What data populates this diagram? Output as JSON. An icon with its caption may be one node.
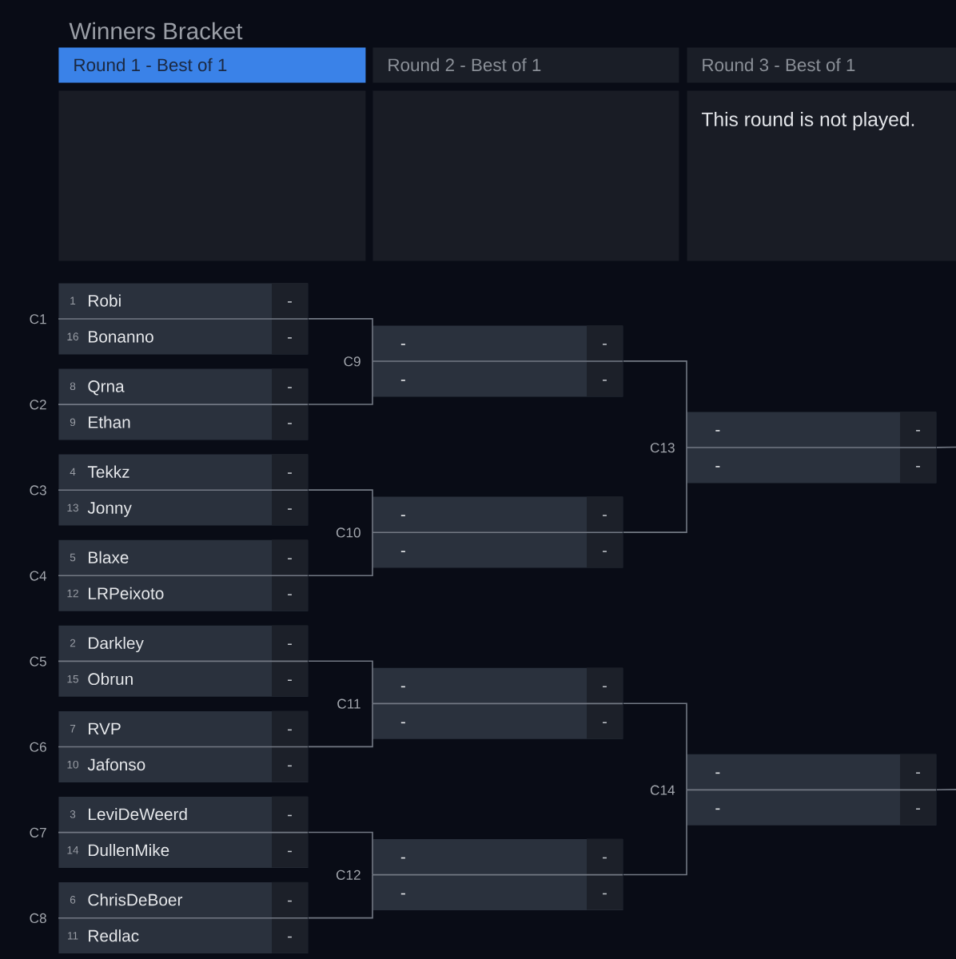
{
  "diagram": {
    "title": "Winners Bracket",
    "nodes": [
      {
        "text": [
          "Round 1 - Best of 1"
        ]
      },
      {
        "text": [
          "Round 2 - Best of 1"
        ]
      },
      {
        "text": [
          "Round 3 - Best of 1"
        ]
      },
      {
        "text": [],
        "shape": "box"
      },
      {
        "text": [],
        "shape": "box"
      },
      {
        "text": [
          "This round is not played."
        ]
      },
      {
        "text": [
          "1",
          "Robi",
          "-",
          "16",
          "Bonanno",
          "-"
        ],
        "beside": [
          "C1"
        ]
      },
      {
        "text": [
          "8",
          "Qrna",
          "-",
          "9",
          "Ethan",
          "-"
        ],
        "beside": [
          "C2"
        ]
      },
      {
        "text": [
          "4",
          "Tekkz",
          "-",
          "13",
          "Jonny",
          "-"
        ],
        "beside": [
          "C3"
        ]
      },
      {
        "text": [
          "5",
          "Blaxe",
          "-",
          "12",
          "LRPeixoto",
          "-"
        ],
        "beside": [
          "C4"
        ]
      },
      {
        "text": [
          "2",
          "Darkley",
          "-",
          "15",
          "Obrun",
          "-"
        ],
        "beside": [
          "C5"
        ]
      },
      {
        "text": [
          "7",
          "RVP",
          "-",
          "10",
          "Jafonso",
          "-"
        ],
        "beside": [
          "C6"
        ]
      },
      {
        "text": [
          "3",
          "LeviDeWeerd",
          "-",
          "14",
          "DullenMike",
          "-"
        ],
        "beside": [
          "C7"
        ]
      },
      {
        "text": [
          "6",
          "ChrisDeBoer",
          "-",
          "11",
          "Redlac",
          "-"
        ],
        "beside": [
          "C8"
        ]
      },
      {
        "text": [
          "-",
          "-",
          "-",
          "-"
        ],
        "beside": [
          "C9"
        ]
      },
      {
        "text": [
          "-",
          "-",
          "-",
          "-"
        ],
        "beside": [
          "C10"
        ]
      },
      {
        "text": [
          "-",
          "-",
          "-",
          "-"
        ],
        "beside": [
          "C11"
        ]
      },
      {
        "text": [
          "-",
          "-",
          "-",
          "-"
        ],
        "beside": [
          "C12"
        ]
      },
      {
        "text": [
          "-",
          "-",
          "-",
          "-"
        ],
        "beside": [
          "C13"
        ]
      },
      {
        "text": [
          "-",
          "-",
          "-",
          "-"
        ],
        "beside": [
          "C14"
        ]
      }
    ],
    "edges": [
      {
        "from": 6,
        "to": 14,
        "arrow": "none"
      },
      {
        "from": 7,
        "to": 14,
        "arrow": "none"
      },
      {
        "from": 8,
        "to": 15,
        "arrow": "none"
      },
      {
        "from": 9,
        "to": 15,
        "arrow": "none"
      },
      {
        "from": 10,
        "to": 16,
        "arrow": "none"
      },
      {
        "from": 11,
        "to": 16,
        "arrow": "none"
      },
      {
        "from": 12,
        "to": 17,
        "arrow": "none"
      },
      {
        "from": 13,
        "to": 17,
        "arrow": "none"
      },
      {
        "from": 14,
        "to": 18,
        "arrow": "none"
      },
      {
        "from": 15,
        "to": 18,
        "arrow": "none"
      },
      {
        "from": 16,
        "to": 19,
        "arrow": "none"
      },
      {
        "from": 17,
        "to": 19,
        "arrow": "none"
      },
      {
        "from": 18,
        "to": null,
        "arrow": "none"
      },
      {
        "from": 19,
        "to": null,
        "arrow": "none"
      }
    ]
  }
}
